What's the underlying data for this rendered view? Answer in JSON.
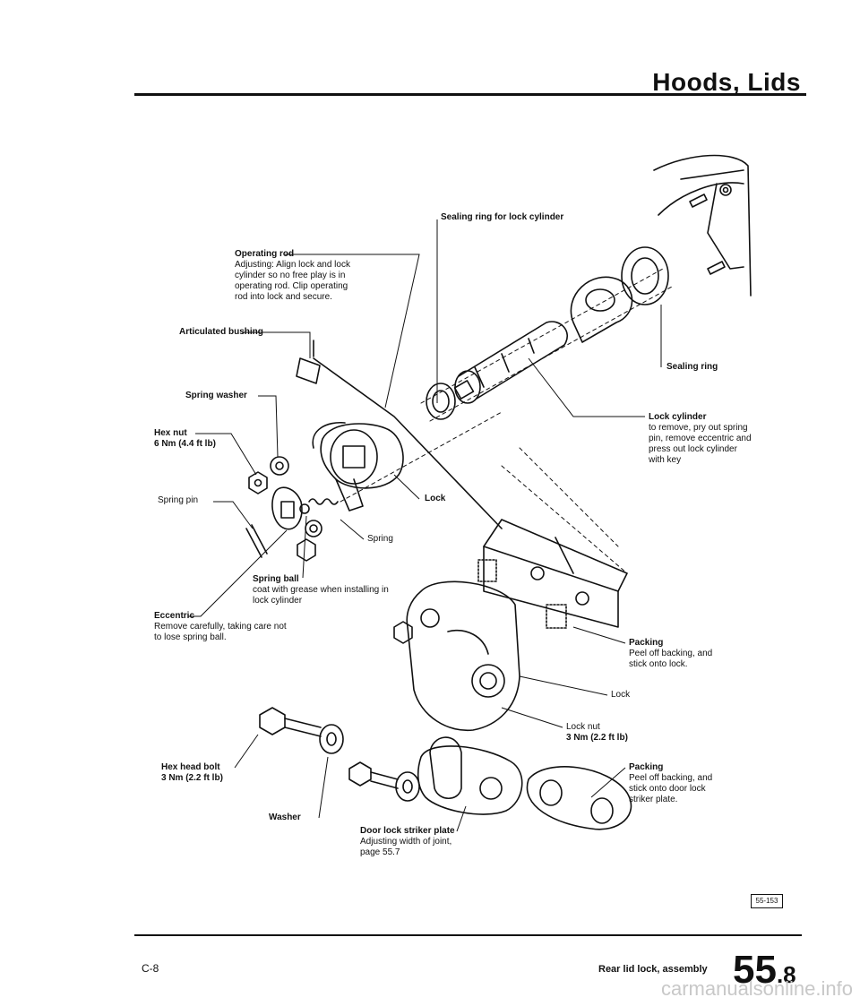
{
  "header": {
    "title": "Hoods, Lids"
  },
  "labels": {
    "sealing_ring_cyl": {
      "title": "Sealing ring for lock cylinder"
    },
    "operating_rod": {
      "title": "Operating rod",
      "desc": [
        "Adjusting: Align lock and lock",
        "cylinder so no free play is in",
        "operating rod. Clip operating",
        "rod into lock and secure."
      ]
    },
    "articulated_bushing": {
      "title": "Articulated bushing"
    },
    "sealing_ring": {
      "title": "Sealing ring"
    },
    "spring_washer": {
      "title": "Spring washer"
    },
    "hex_nut": {
      "title": "Hex nut",
      "torque": "6 Nm (4.4 ft lb)"
    },
    "lock_cylinder": {
      "title": "Lock cylinder",
      "desc": [
        "to remove, pry out spring",
        "pin, remove eccentric and",
        "press out lock cylinder",
        "with key"
      ]
    },
    "spring_pin": {
      "title": "Spring pin"
    },
    "lock_upper": {
      "title": "Lock"
    },
    "spring": {
      "title": "Spring"
    },
    "spring_ball": {
      "title": "Spring ball",
      "desc": [
        "coat with grease when installing in",
        "lock cylinder"
      ]
    },
    "eccentric": {
      "title": "Eccentric",
      "desc": [
        "Remove carefully, taking care not",
        "to lose spring ball."
      ]
    },
    "packing_1": {
      "title": "Packing",
      "desc": [
        "Peel off backing, and",
        "stick onto lock."
      ]
    },
    "lock_lower": {
      "title": "Lock"
    },
    "lock_nut": {
      "title": "Lock nut",
      "torque": "3 Nm (2.2 ft lb)"
    },
    "hex_head_bolt": {
      "title": "Hex head bolt",
      "torque": "3 Nm (2.2 ft lb)"
    },
    "packing_2": {
      "title": "Packing",
      "desc": [
        "Peel off backing, and",
        "stick onto door lock",
        "striker plate."
      ]
    },
    "washer": {
      "title": "Washer"
    },
    "striker_plate": {
      "title": "Door lock striker plate",
      "desc": [
        "Adjusting width of joint,",
        "page 55.7"
      ]
    }
  },
  "figure_ref": "55-153",
  "footer": {
    "left_code": "C-8",
    "section": "Rear lid lock, assembly",
    "page_major": "55",
    "page_minor": ".8"
  },
  "watermark": "carmanualsonline.info"
}
